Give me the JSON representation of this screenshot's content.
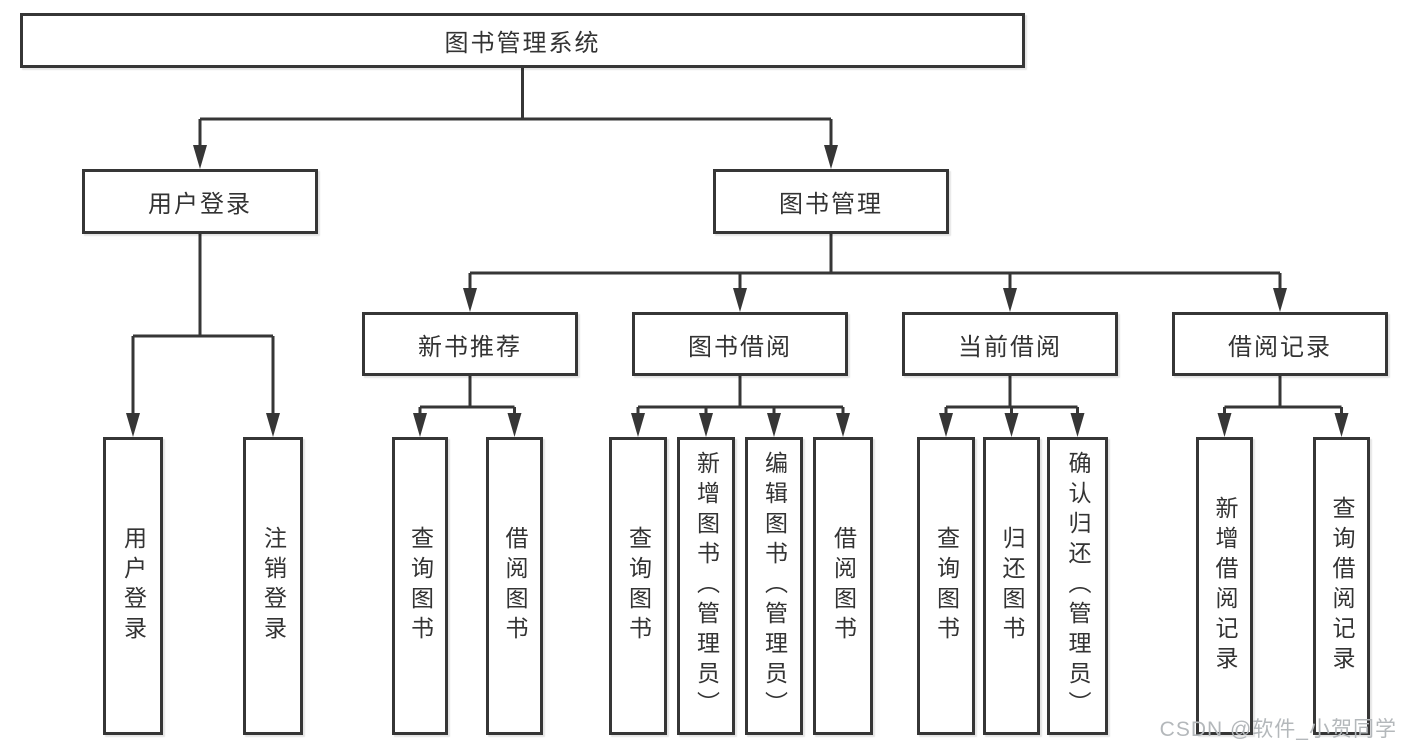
{
  "nodes": {
    "root": "图书管理系统",
    "user_login": "用户登录",
    "book_mgmt": "图书管理",
    "new_book_rec": "新书推荐",
    "book_borrow": "图书借阅",
    "current_borrow": "当前借阅",
    "borrow_records": "借阅记录",
    "leaves": {
      "user_login": "用户登录",
      "logout": "注销登录",
      "nb_query": "查询图书",
      "nb_borrow": "借阅图书",
      "bw_query": "查询图书",
      "bw_add": "新增图书（管理员）",
      "bw_edit": "编辑图书（管理员）",
      "bw_borrow": "借阅图书",
      "cb_query": "查询图书",
      "cb_return": "归还图书",
      "cb_confirm": "确认归还（管理员）",
      "rc_add": "新增借阅记录",
      "rc_query": "查询借阅记录"
    }
  },
  "watermark": "CSDN @软件_小贺同学",
  "colors": {
    "line": "#363636",
    "text": "#333333",
    "watermark": "#b4b8bb",
    "background": "#ffffff"
  }
}
